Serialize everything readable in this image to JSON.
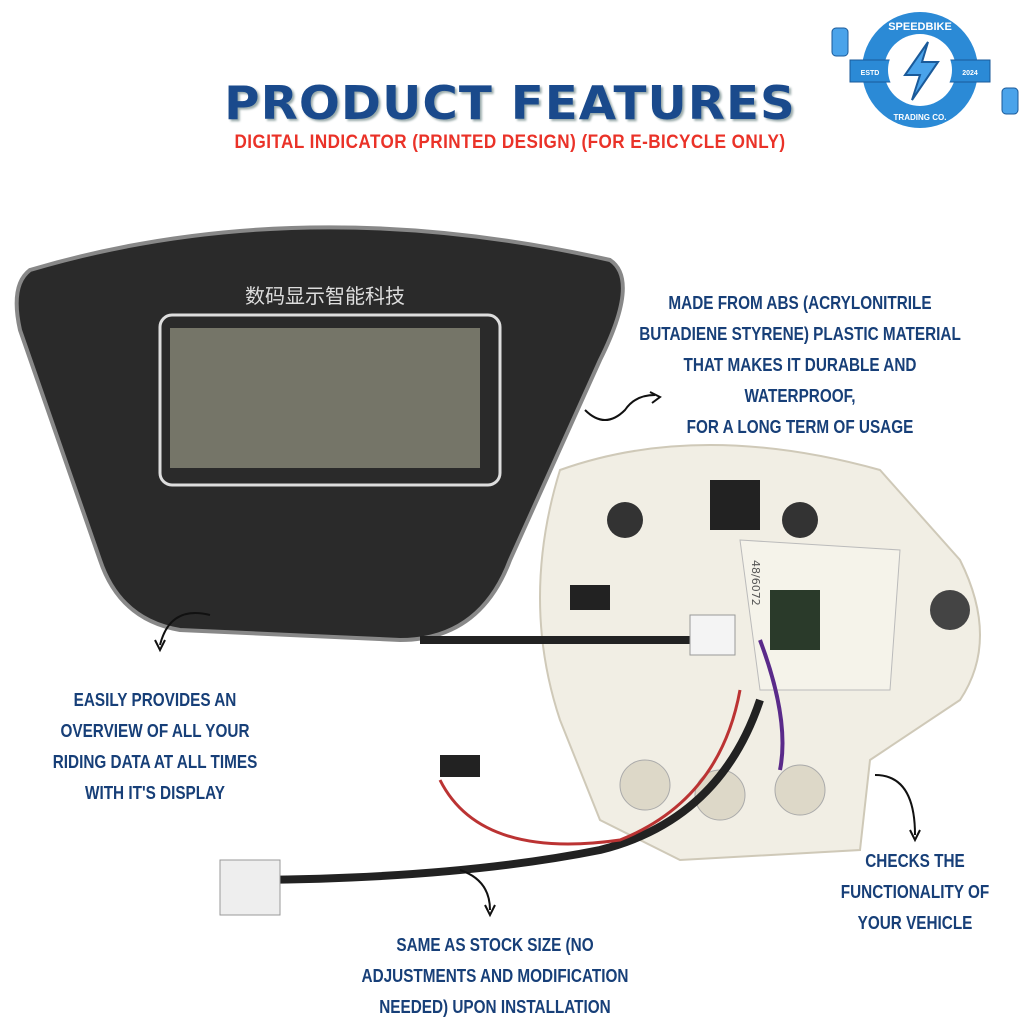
{
  "header": {
    "title": "PRODUCT FEATURES",
    "subtitle": "DIGITAL INDICATOR (PRINTED DESIGN) (FOR E-BICYCLE ONLY)"
  },
  "logo": {
    "name": "SPEEDBIKE",
    "bottom": "TRADING CO.",
    "left": "ESTD",
    "right": "2024",
    "icon": "lightning-bolt-icon",
    "color": "#2b8ad6"
  },
  "device": {
    "panel_text": "数码显示智能科技",
    "label": "48/6072"
  },
  "callouts": {
    "material": [
      "MADE FROM ABS (ACRYLONITRILE",
      "BUTADIENE STYRENE) PLASTIC MATERIAL",
      "THAT MAKES IT DURABLE AND WATERPROOF,",
      "FOR A LONG TERM OF USAGE"
    ],
    "overview": [
      "EASILY PROVIDES AN",
      "OVERVIEW OF ALL YOUR",
      "RIDING DATA AT ALL TIMES",
      "WITH IT'S DISPLAY"
    ],
    "function": [
      "CHECKS THE",
      "FUNCTIONALITY OF",
      "YOUR VEHICLE"
    ],
    "size": [
      "SAME AS STOCK SIZE (NO",
      "ADJUSTMENTS AND MODIFICATION",
      "NEEDED) UPON INSTALLATION"
    ]
  },
  "colors": {
    "title": "#1a4a8c",
    "subtitle": "#ea3228",
    "callout": "#173f78"
  }
}
